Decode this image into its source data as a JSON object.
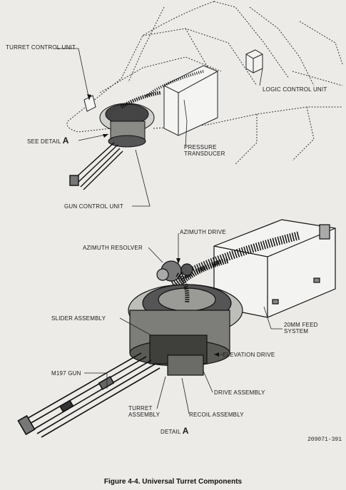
{
  "labels": {
    "turret_control_unit": "TURRET CONTROL UNIT",
    "logic_control_unit": "LOGIC CONTROL UNIT",
    "see_detail": "SEE DETAIL",
    "see_detail_letter": "A",
    "pressure_transducer_1": "PRESSURE",
    "pressure_transducer_2": "TRANSDUCER",
    "gun_control_unit": "GUN CONTROL UNIT",
    "azimuth_drive": "AZIMUTH DRIVE",
    "azimuth_resolver": "AZIMUTH RESOLVER",
    "slider_assembly": "SLIDER ASSEMBLY",
    "feed_system_1": "20MM FEED",
    "feed_system_2": "SYSTEM",
    "elevation_drive": "ELEVATION DRIVE",
    "m197_gun": "M197 GUN",
    "drive_assembly": "DRIVE ASSEMBLY",
    "turret_assembly_1": "TURRET",
    "turret_assembly_2": "ASSEMBLY",
    "recoil_assembly": "RECOIL ASSEMBLY",
    "detail": "DETAIL",
    "detail_letter": "A"
  },
  "drawing_code": "209071-391",
  "caption": "Figure 4-4.   Universal Turret Components"
}
